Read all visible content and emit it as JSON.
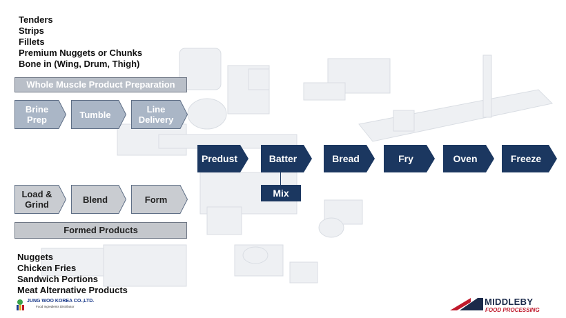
{
  "top_list": [
    "Tenders",
    "Strips",
    "Fillets",
    "Premium Nuggets or Chunks",
    "Bone in (Wing, Drum, Thigh)"
  ],
  "whole_muscle": {
    "title": "Whole Muscle Product Preparation",
    "steps": [
      "Brine\nPrep",
      "Tumble",
      "Line\nDelivery"
    ]
  },
  "main_line": {
    "steps": [
      "Predust",
      "Batter",
      "Bread",
      "Fry",
      "Oven",
      "Freeze"
    ],
    "batter_sub": "Mix"
  },
  "formed": {
    "title": "Formed Products",
    "steps": [
      "Load &\nGrind",
      "Blend",
      "Form"
    ]
  },
  "bottom_list": [
    "Nuggets",
    "Chicken Fries",
    "Sandwich Portions",
    "Meat Alternative Products"
  ],
  "logos": {
    "left_name": "JUNG WOO KOREA CO.,LTD.",
    "left_sub": "Food Ingredients Distributor",
    "right_name": "MIDDLEBY",
    "right_sub": "FOOD PROCESSING"
  },
  "colors": {
    "navy": "#1b3760",
    "gray_chevron": "#aab6c6",
    "gray_chevron_stroke": "#5f6f86",
    "formed_chevron": "#c9ccd1",
    "accent_red": "#c01a2c"
  }
}
